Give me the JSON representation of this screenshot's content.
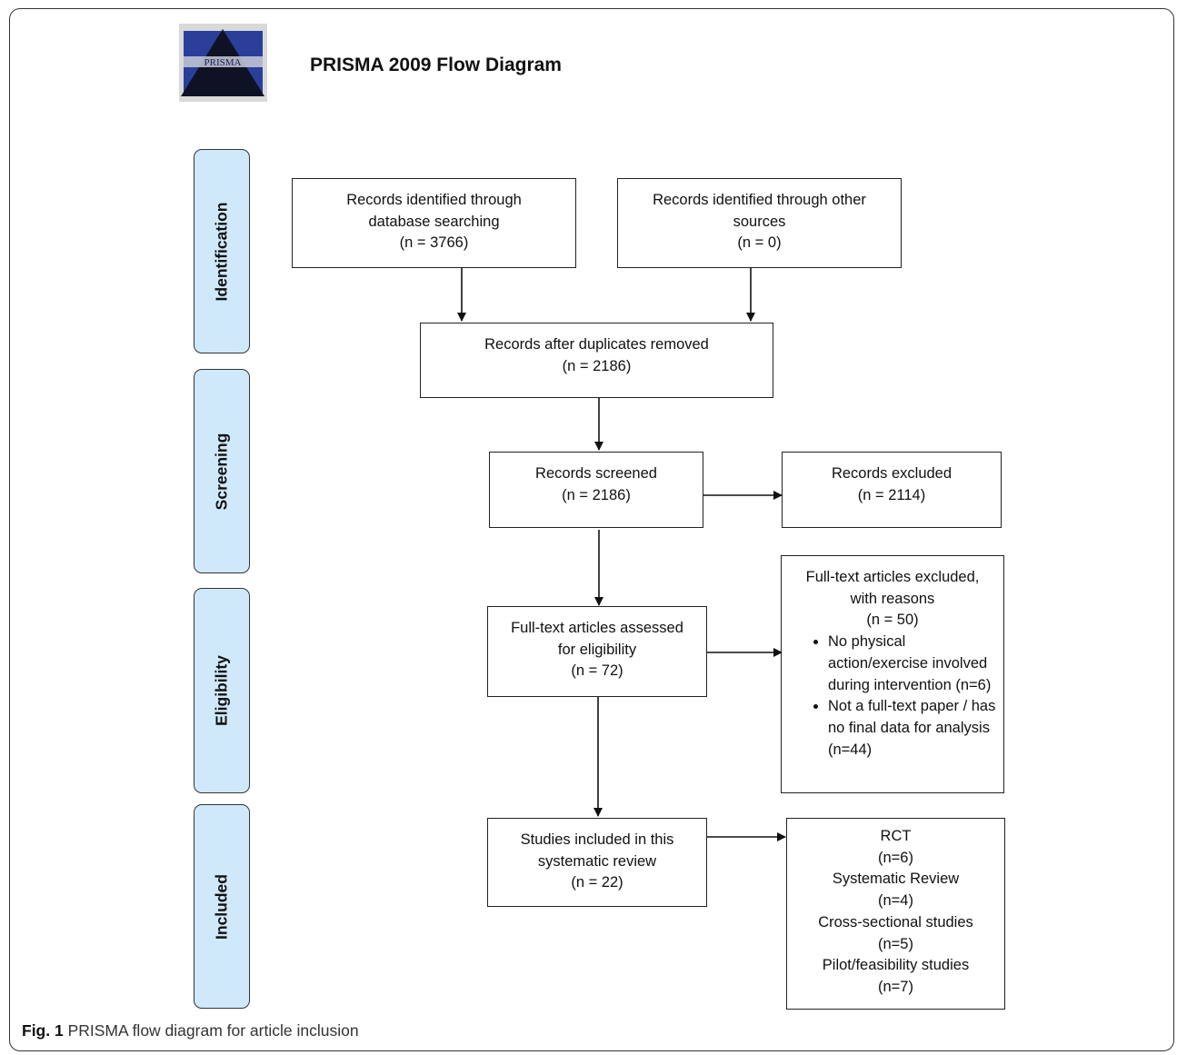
{
  "title": "PRISMA 2009 Flow Diagram",
  "logo_text": "PRISMA",
  "stages": {
    "identification": "Identification",
    "screening": "Screening",
    "eligibility": "Eligibility",
    "included": "Included"
  },
  "boxes": {
    "database": [
      "Records identified through",
      "database searching",
      "(n = 3766)"
    ],
    "other_sources": [
      "Records identified through other",
      "sources",
      "(n = 0)"
    ],
    "duplicates_removed": [
      "Records after duplicates removed",
      "(n = 2186)"
    ],
    "screened": [
      "Records screened",
      "(n = 2186)"
    ],
    "excluded": [
      "Records excluded",
      "(n = 2114)"
    ],
    "assessed": [
      "Full-text articles assessed",
      "for eligibility",
      "(n = 72)"
    ],
    "included_studies": [
      "Studies included in this",
      "systematic review",
      "(n = 22)"
    ],
    "study_types": [
      "RCT",
      "(n=6)",
      "Systematic Review",
      "(n=4)",
      "Cross-sectional studies",
      "(n=5)",
      "Pilot/feasibility studies",
      "(n=7)"
    ]
  },
  "excluded_reasons": {
    "heading": [
      "Full-text articles excluded,",
      "with reasons",
      "(n = 50)"
    ],
    "items": [
      "No physical action/exercise involved during intervention (n=6)",
      "Not a full-text paper / has no final data for analysis (n=44)"
    ]
  },
  "caption": {
    "label": "Fig. 1",
    "text": "PRISMA flow diagram for article inclusion"
  },
  "colors": {
    "stage_fill": "#cfe9fa",
    "border": "#222222"
  }
}
